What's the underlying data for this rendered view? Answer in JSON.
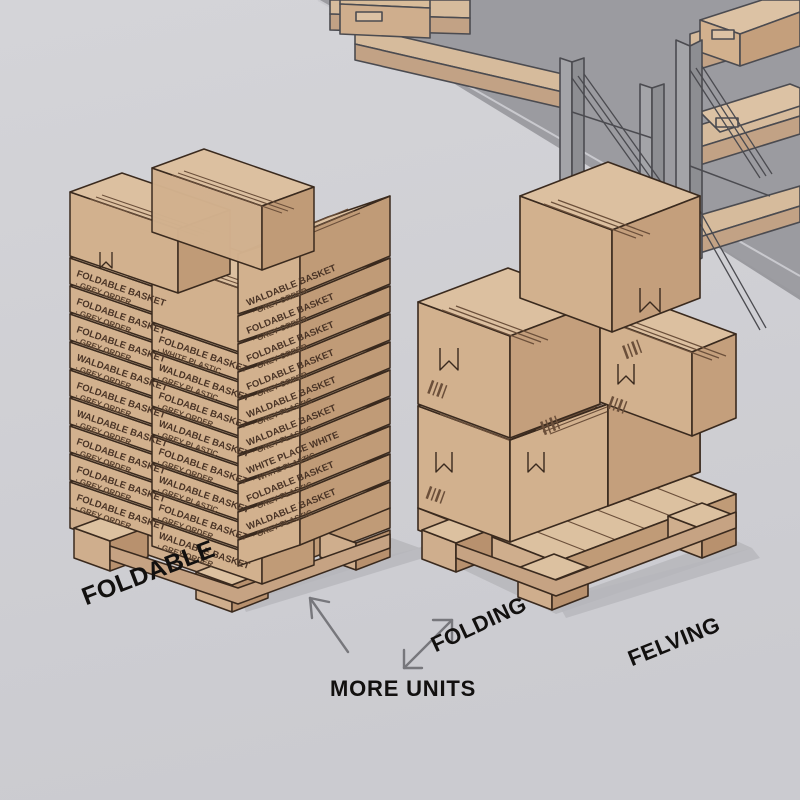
{
  "scene": {
    "title": "Warehouse pallet load comparison",
    "background_color": "#d2d2d6",
    "floor_color": "#d2d2d6",
    "wall_color": "#9d9da2",
    "carton_face_color": "#d2b18e",
    "carton_top_color": "#dcc0a0",
    "carton_side_color": "#c49f7c",
    "outline_color": "#3a2a1e",
    "pallet_color": "#d6b692",
    "shadow_color": "#b6b6bb",
    "rack_frame_color": "#8f9094",
    "rack_shelf_color": "#d6bb9c",
    "arrow_color": "#77777c",
    "caption_color": "#12100f"
  },
  "captions": {
    "foldable": "FOLDABLE",
    "folding": "FOLDING",
    "felving": "FELVING",
    "more_units": "MORE UNITS"
  },
  "arrows": [
    {
      "name": "arrow-to-foldable",
      "direction": "up-left",
      "heads": 1
    },
    {
      "name": "arrow-to-folding",
      "direction": "up-right",
      "heads": 2
    }
  ],
  "left_pallet": {
    "name": "foldable-basket-pallet",
    "description": "Tall dense stack of flat folded-basket cartons on a wooden pallet",
    "carton_count": 34,
    "label_lines": [
      {
        "line1": "FOLDABLE BASKET",
        "line2": "GREY ORDER"
      },
      {
        "line1": "FOLDABLE BASKET",
        "line2": "GREY ORDER"
      },
      {
        "line1": "FOLDABLE BASKET",
        "line2": "GREY ORDER"
      },
      {
        "line1": "WALDABLE BASKET",
        "line2": "GREY ORDER"
      },
      {
        "line1": "FOLDABLE BASKET",
        "line2": "GREY ORDER"
      },
      {
        "line1": "WALDABLE BASKET",
        "line2": "GREY ORDER"
      },
      {
        "line1": "FOLDABLE BASKET",
        "line2": "GREY ORDER"
      },
      {
        "line1": "FOLDABLE BASKET",
        "line2": "GREY ORDER"
      },
      {
        "line1": "FOLDABLE BASKET",
        "line2": "GREY ORDER"
      },
      {
        "line1": "WALDABLE BASKET",
        "line2": "GREY ORDER"
      },
      {
        "line1": "FOLDABLE BASKET",
        "line2": "GREY ORDER"
      },
      {
        "line1": "WALDABLE BASKET",
        "line2": "GREY PLASTIC"
      },
      {
        "line1": "FOLDABLE BASKET",
        "line2": "GREY ORDER"
      },
      {
        "line1": "WALDABLE BASKET",
        "line2": "GREY PLASTIC"
      },
      {
        "line1": "FOLDABLE BASKET",
        "line2": "GREY ORDER"
      },
      {
        "line1": "WALDABLE BASKET",
        "line2": "GREY PLASTIC"
      },
      {
        "line1": "FOLDABLE BASKET",
        "line2": "WHITE PLASTIC"
      },
      {
        "line1": "WALDABLE BASKET",
        "line2": "GREY PLASTIC"
      },
      {
        "line1": "FOLDABLE BASKET",
        "line2": "GREY PLASTIC"
      },
      {
        "line1": "WHITE PLACE WHITE",
        "line2": "WHITE PLASTIC"
      },
      {
        "line1": "WALDABLE BASKET",
        "line2": "GREY PLASTIC"
      },
      {
        "line1": "WALDABLE BASKET",
        "line2": "GREY PLASTIC"
      }
    ]
  },
  "right_pallet": {
    "name": "folding-shelving-pallet",
    "description": "Seven large sealed shipping cartons stacked on a wooden pallet",
    "carton_count": 7,
    "features": [
      "tape-seam",
      "flap-notch",
      "barcode-label"
    ]
  },
  "background_racking": {
    "name": "warehouse-shelving-racks",
    "rack_count": 2,
    "description": "Grey steel pallet racking with cross-bracing holding tan cartons"
  }
}
